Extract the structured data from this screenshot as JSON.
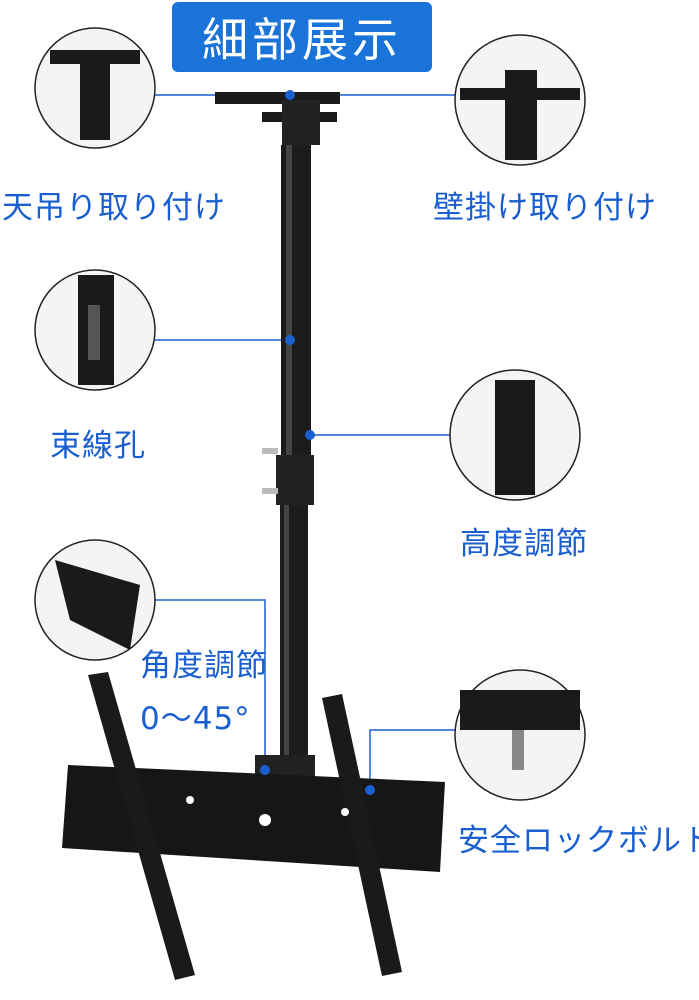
{
  "title": "細部展示",
  "labels": {
    "ceiling_mount": "天吊り取り付け",
    "wall_mount": "壁掛け取り付け",
    "cable_hole": "束線孔",
    "height_adjust": "高度調節",
    "angle_adjust": "角度調節",
    "angle_range": "0～45°",
    "safety_bolt": "安全ロックボルト"
  },
  "colors": {
    "accent": "#1a73d9",
    "label": "#1a5fd0",
    "product": "#141414"
  }
}
